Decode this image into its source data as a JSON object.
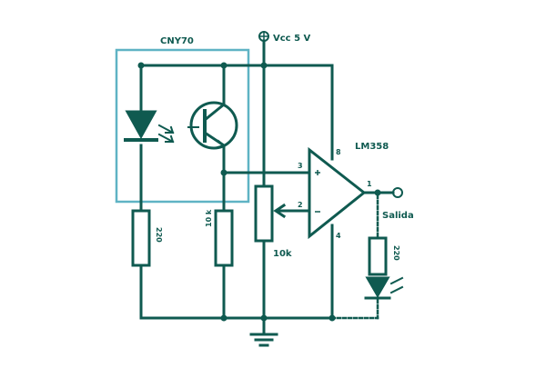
{
  "colors": {
    "wire": "#0f5a50",
    "box": "#5fb3c4",
    "background": "#ffffff"
  },
  "labels": {
    "optocoupler": "CNY70",
    "vcc": "Vcc 5 V",
    "opamp": "LM358",
    "output": "Salida",
    "r_led": "220",
    "r_photo": "10 k",
    "pot": "10k",
    "r_out": "220"
  },
  "pins": {
    "plus": "3",
    "minus": "2",
    "vcc": "8",
    "gnd": "4",
    "out": "1"
  },
  "icons": [
    "ir-led-icon",
    "phototransistor-icon",
    "op-amp-icon",
    "resistor-icon",
    "potentiometer-icon",
    "ground-icon",
    "output-terminal-icon"
  ]
}
